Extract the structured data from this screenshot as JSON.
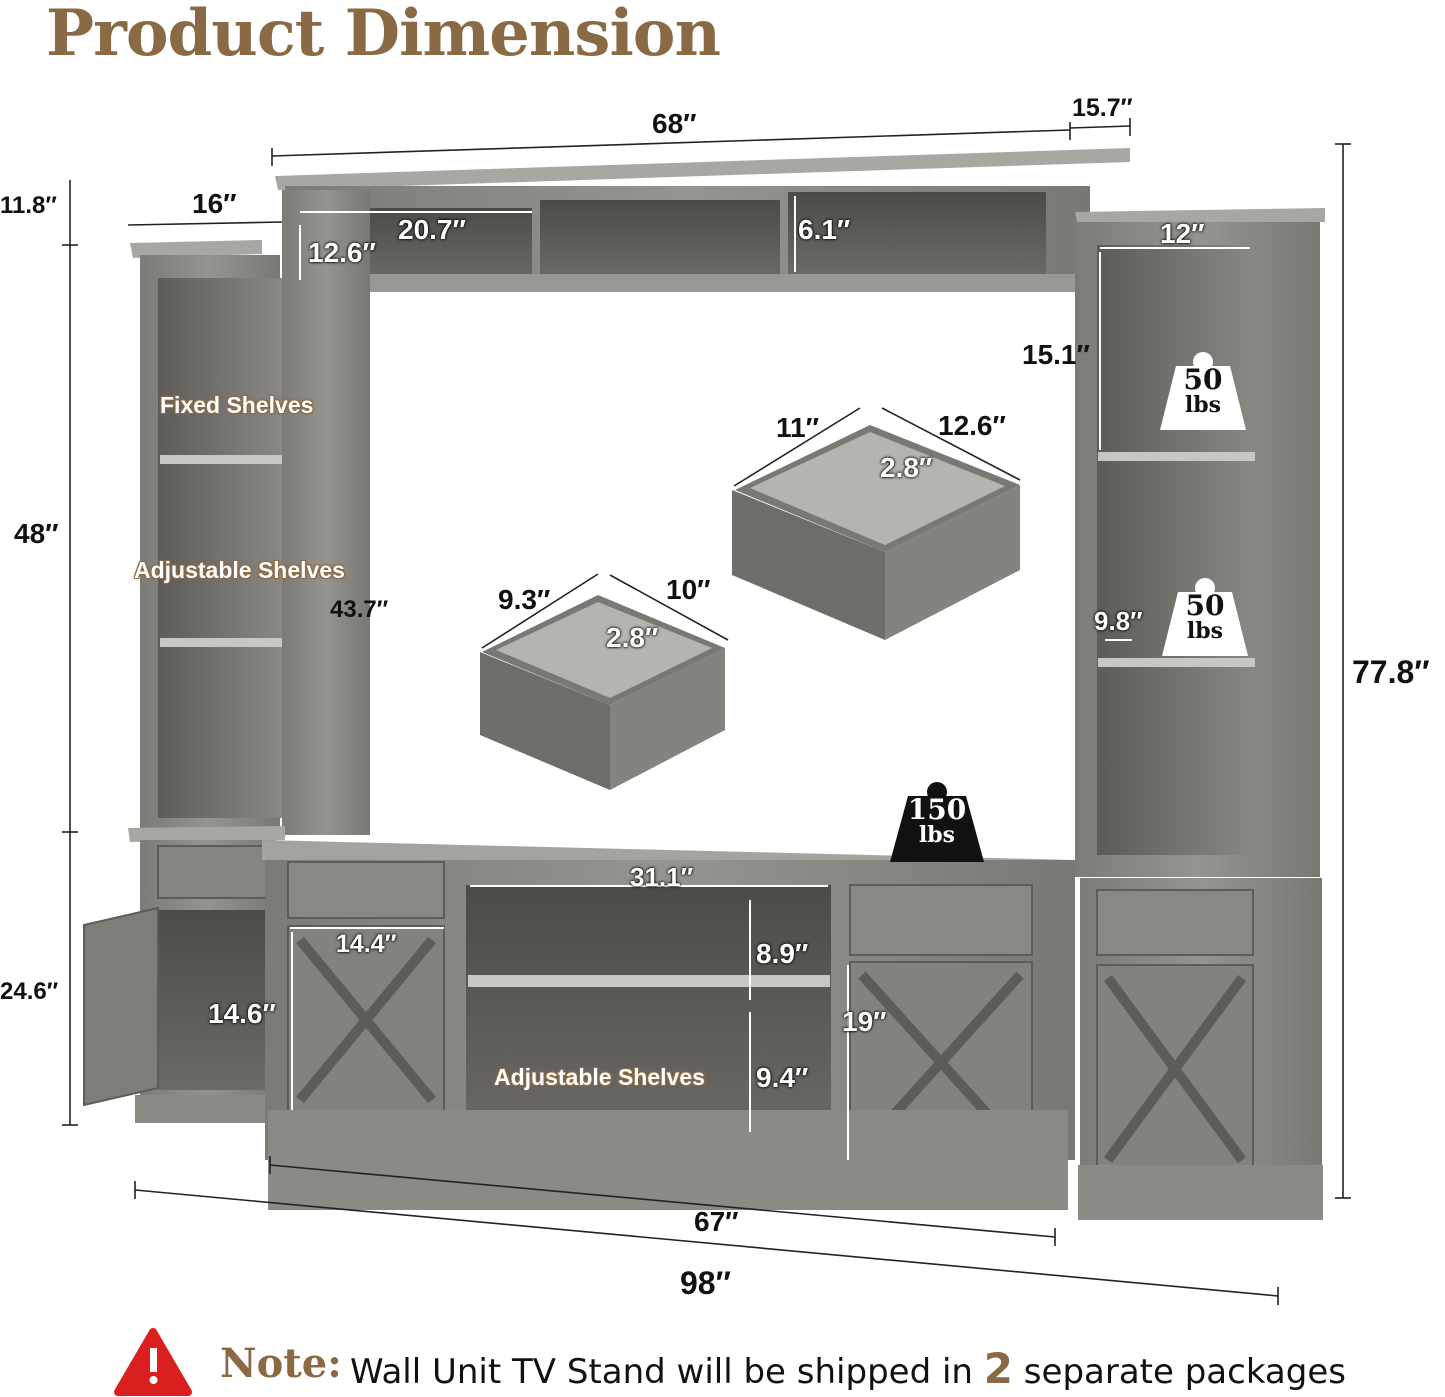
{
  "title": "Product Dimension",
  "dimensions": {
    "hutch_width": "68″",
    "hutch_depth": "15.7″",
    "tower_top_depth": "11.8″",
    "left_tower_width": "16″",
    "cubby_width": "20.7″",
    "cubby_height": "12.6″",
    "cubby_right_height": "6.1″",
    "right_tower_inner_width": "12″",
    "right_tower_shelf_height": "15.1″",
    "tower_height": "48″",
    "inner_height": "43.7″",
    "big_drawer_depth": "11″",
    "big_drawer_width": "12.6″",
    "big_drawer_height": "2.8″",
    "small_drawer_depth": "9.3″",
    "small_drawer_width": "10″",
    "small_drawer_height": "2.8″",
    "right_shelf_gap": "9.8″",
    "total_height": "77.8″",
    "console_height": "24.6″",
    "cabinet_inner_width": "14.4″",
    "cabinet_inner_height": "14.6″",
    "center_width": "31.1″",
    "center_upper_height": "8.9″",
    "center_lower_height": "9.4″",
    "right_cabinet_height": "19″",
    "console_width": "67″",
    "total_width": "98″"
  },
  "labels": {
    "fixed_shelves": "Fixed Shelves",
    "adjustable_shelves_left": "Adjustable Shelves",
    "adjustable_shelves_center": "Adjustable Shelves"
  },
  "weights": {
    "upper_shelf": {
      "value": "50",
      "unit": "lbs"
    },
    "lower_shelf": {
      "value": "50",
      "unit": "lbs"
    },
    "console_top": {
      "value": "150",
      "unit": "lbs"
    }
  },
  "note": {
    "label": "Note:",
    "text_before": "Wall Unit TV Stand will be shipped in ",
    "number": "2",
    "text_after": " separate packages"
  },
  "colors": {
    "accent": "#8a6a44",
    "wood_light": "#8e8c86",
    "wood_dark": "#5a5853",
    "warning": "#d9201e"
  }
}
